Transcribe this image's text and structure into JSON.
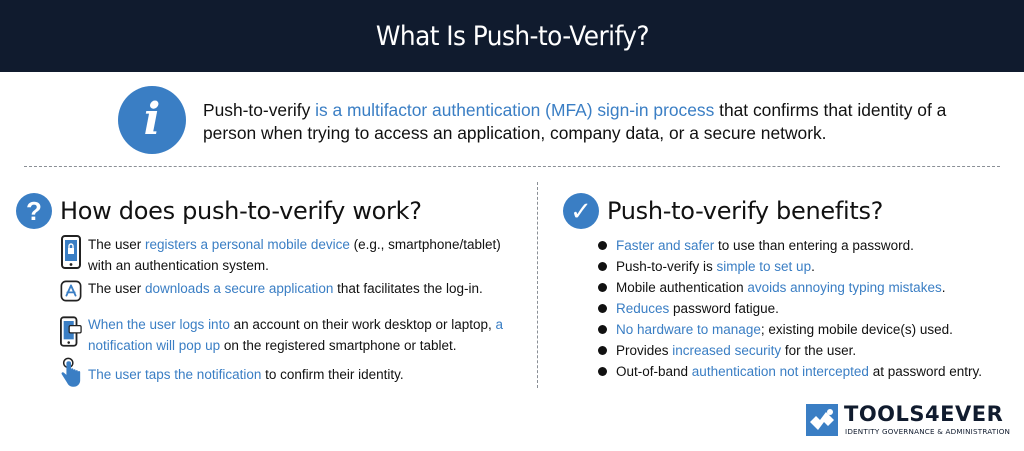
{
  "header": {
    "title": "What Is Push-to-Verify?"
  },
  "intro": {
    "icon": "info-icon",
    "text_start": "Push-to-verify ",
    "highlight": "is a multifactor authentication (MFA) sign-in process",
    "text_end": " that confirms that identity of a person when trying to access an application, company data, or a secure network."
  },
  "how": {
    "badge": "?",
    "title": "How does push-to-verify work?",
    "steps": [
      {
        "icon": "smartphone-lock-icon",
        "pre": "The user ",
        "highlight": "registers a personal mobile device",
        "post": " (e.g., smartphone/tablet) with an authentication system."
      },
      {
        "icon": "app-store-icon",
        "pre": "The user ",
        "highlight": "downloads a secure application",
        "post": " that facilitates the log-in."
      },
      {
        "icon": "phone-notification-icon",
        "highlight": "When the user logs into",
        "mid": " an account on their work desktop or laptop, ",
        "highlight2": "a notification will pop up",
        "post": " on the registered smartphone or tablet."
      },
      {
        "icon": "finger-tap-icon",
        "highlight": "The user taps the notification",
        "post": " to confirm their identity."
      }
    ]
  },
  "benefits": {
    "badge": "✓",
    "title": "Push-to-verify benefits?",
    "items": [
      {
        "highlight": "Faster and safer",
        "post": " to use than entering a password."
      },
      {
        "pre": "Push-to-verify is ",
        "highlight": "simple to set up",
        "post": "."
      },
      {
        "pre": "Mobile authentication ",
        "highlight": "avoids annoying typing mistakes",
        "post": "."
      },
      {
        "highlight": "Reduces",
        "post": " password fatigue."
      },
      {
        "highlight": "No hardware to manage",
        "post": "; existing mobile device(s) used."
      },
      {
        "pre": "Provides ",
        "highlight": "increased security",
        "post": " for the user."
      },
      {
        "pre": "Out-of-band ",
        "highlight": "authentication not intercepted",
        "post": " at password entry."
      }
    ]
  },
  "logo": {
    "name": "TOOLS4EVER",
    "tagline": "IDENTITY GOVERNANCE & ADMINISTRATION"
  },
  "colors": {
    "accent": "#3a7ec4",
    "header_bg": "#101b2e",
    "text": "#111111"
  }
}
